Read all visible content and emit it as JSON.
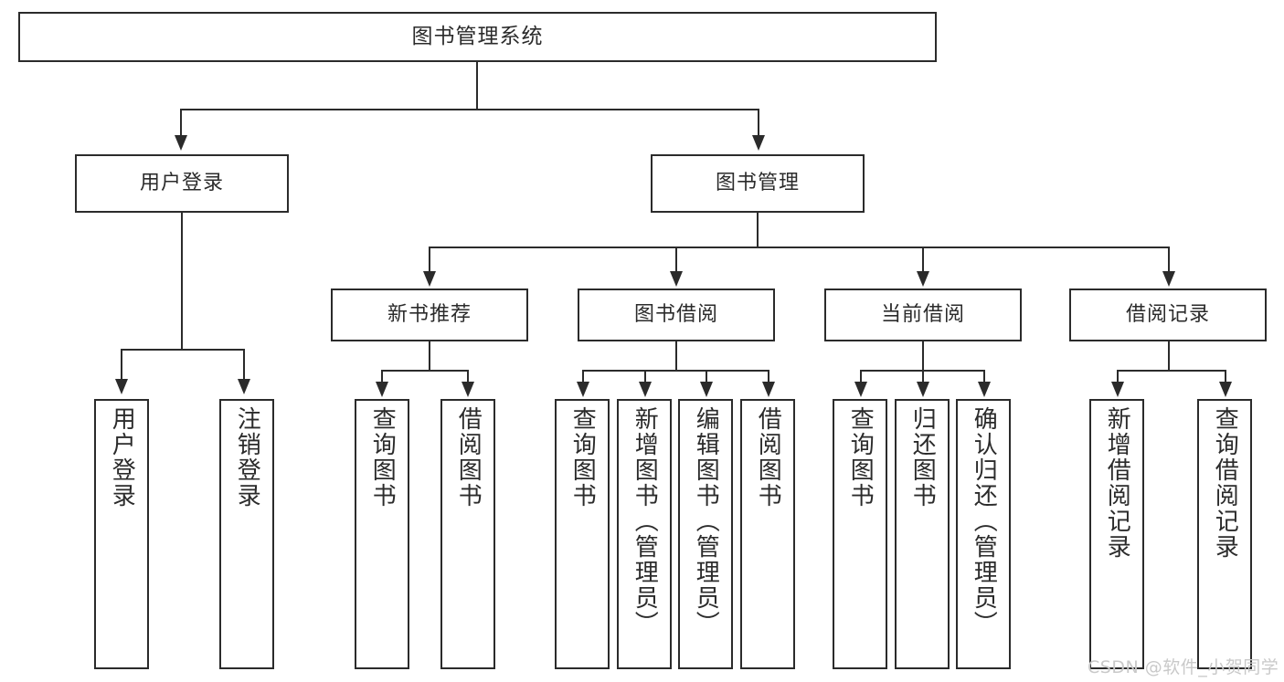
{
  "diagram": {
    "type": "tree",
    "title": "图书管理系统",
    "watermark": "CSDN @软件_小贺同学",
    "colors": {
      "stroke": "#2b2b2b",
      "fill": "#ffffff",
      "watermark": "#c9c9c9"
    },
    "root": {
      "label": "图书管理系统"
    },
    "level2": [
      {
        "label": "用户登录"
      },
      {
        "label": "图书管理"
      }
    ],
    "level3": [
      {
        "label": "新书推荐"
      },
      {
        "label": "图书借阅"
      },
      {
        "label": "当前借阅"
      },
      {
        "label": "借阅记录"
      }
    ],
    "leaves": {
      "user_login": [
        {
          "label": "用户登录"
        },
        {
          "label": "注销登录"
        }
      ],
      "new_book": [
        {
          "label": "查询图书"
        },
        {
          "label": "借阅图书"
        }
      ],
      "borrow_book": [
        {
          "label": "查询图书"
        },
        {
          "label": "新增图书（管理员）"
        },
        {
          "label": "编辑图书（管理员）"
        },
        {
          "label": "借阅图书"
        }
      ],
      "current_borrow": [
        {
          "label": "查询图书"
        },
        {
          "label": "归还图书"
        },
        {
          "label": "确认归还（管理员）"
        }
      ],
      "borrow_record": [
        {
          "label": "新增借阅记录"
        },
        {
          "label": "查询借阅记录"
        }
      ]
    }
  }
}
